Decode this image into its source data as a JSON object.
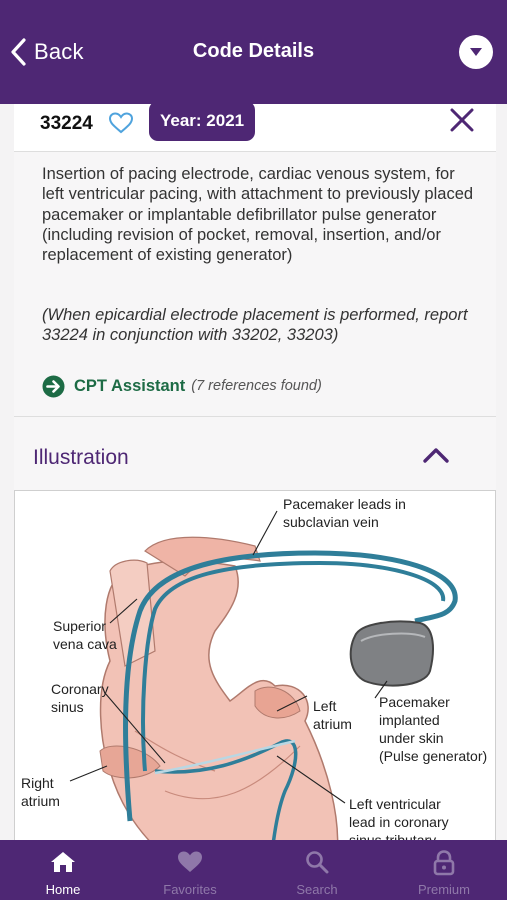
{
  "header": {
    "back_label": "Back",
    "title": "Code Details"
  },
  "code": {
    "number": "33224",
    "year_label": "Year: 2021"
  },
  "description": "Insertion of pacing electrode, cardiac venous system, for left ventricular pacing, with attachment to previously placed pacemaker or implantable defibrillator pulse generator (including revision of pocket, removal, insertion, and/or replacement of existing generator)",
  "note": "(When epicardial electrode placement is performed, report 33224 in conjunction with 33202, 33203)",
  "cpt": {
    "label": "CPT Assistant",
    "refs": "(7 references found)"
  },
  "illustration": {
    "section_title": "Illustration",
    "labels": {
      "leads": [
        "Pacemaker leads in",
        "subclavian vein"
      ],
      "svc": [
        "Superior",
        "vena cava"
      ],
      "cs": [
        "Coronary",
        "sinus"
      ],
      "la": [
        "Left",
        "atrium"
      ],
      "pm": [
        "Pacemaker",
        "implanted",
        "under skin",
        "(Pulse generator)"
      ],
      "ra": [
        "Right",
        "atrium"
      ],
      "lv": [
        "Left ventricular",
        "lead in coronary",
        "sinus tributary"
      ]
    }
  },
  "tabs": [
    {
      "label": "Home"
    },
    {
      "label": "Favorites"
    },
    {
      "label": "Search"
    },
    {
      "label": "Premium"
    }
  ],
  "colors": {
    "brand": "#4e2774",
    "cpt_green": "#1d6b45",
    "heart_blue": "#4fa3dd",
    "tab_inactive": "#8f78a9"
  }
}
